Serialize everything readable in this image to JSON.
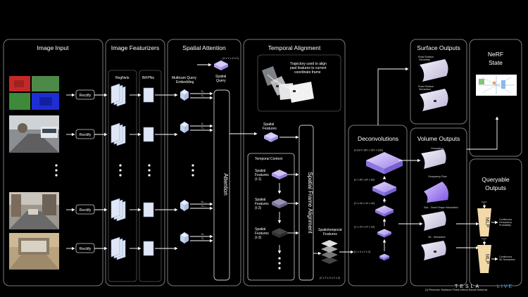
{
  "panels": {
    "image_input": "Image Input",
    "image_featurizers": "Image Featurizers",
    "spatial_attention": "Spatial Attention",
    "temporal_alignment": "Temporal Alignment",
    "surface_outputs": "Surface Outputs",
    "nerf_state": [
      "NeRF",
      "State"
    ],
    "volume_outputs": "Volume Outputs",
    "queryable_outputs": [
      "Queryable",
      "Outputs"
    ],
    "deconvolutions": "Deconvolutions"
  },
  "image_input": {
    "rectify_label": "Rectify"
  },
  "featurizers": {
    "regnets_label": "RegNets",
    "bifpns_label": "BiFPNs"
  },
  "spatial_attention": {
    "multicam_query_label": [
      "Multicam Query",
      "Embedding"
    ],
    "spatial_query_label": [
      "Spatial",
      "Query"
    ],
    "query_dims": "(X x Y x Z x C)",
    "attention_label": "Attention",
    "kv_labels": [
      [
        "K₁",
        "V₁"
      ],
      [
        "K₂",
        "V₂"
      ],
      [
        "Kₙ₋₁",
        "Vₙ₋₁"
      ],
      [
        "Kₙ",
        "Vₙ"
      ]
    ]
  },
  "temporal": {
    "trajectory_note": [
      "Trajectory used to align",
      "past features to current",
      "coordinate frame"
    ],
    "spatial_features_label": [
      "Spatial",
      "Features"
    ],
    "temporal_context_label": "Temporal Context",
    "context_items": [
      [
        "Spatial",
        "Features",
        "(t-1)"
      ],
      [
        "Spatial",
        "Features",
        "(t-2)"
      ],
      [
        "Spatial",
        "Features",
        "(t-3)"
      ]
    ],
    "spatial_frame_alignment_label": "Spatial Frame Alignment",
    "spatiotemporal_label": [
      "Spatiotemporal",
      "Features"
    ],
    "spatiotemporal_dims": "(C x T x X x Y x Z)"
  },
  "deconvolutions": {
    "dims": [
      "(Cout X 16X x 16Y x 16Z)",
      "(C x 8X x 8Y x 8Z)",
      "(C x 4X x 4Y x 4Z)",
      "(C x 2X x 2Y x 2Z)",
      "(C x X x Y x Z)"
    ]
  },
  "surface_outputs": {
    "items": [
      [
        "Road Surface",
        "Geometry"
      ],
      [
        "Road Surface",
        "Semantics"
      ]
    ]
  },
  "volume_outputs": {
    "items": [
      "Occupancy",
      "Occupancy Flow",
      "Sub - Voxel Shape Information",
      "3D - Semantics"
    ]
  },
  "queryable_outputs": {
    "mlp_label": "MLP",
    "input_label": "x,y,z",
    "results": [
      [
        "Continuous",
        "Occupancy",
        "Probability"
      ],
      [
        "Continuous",
        "3D Semantics"
      ]
    ]
  },
  "footer": {
    "citation": "[1] Plenoxels: Radiance Fields without Neural Networks",
    "brand": "TESLA",
    "brand_live": "LIVE"
  },
  "colors": {
    "background": "#000000",
    "panel_border": "#7a7a7a",
    "feature_map_fill": "#dfe7f6",
    "voxel_purple": "#b9a3f2",
    "mlp_fill": "#f3d9a8"
  }
}
